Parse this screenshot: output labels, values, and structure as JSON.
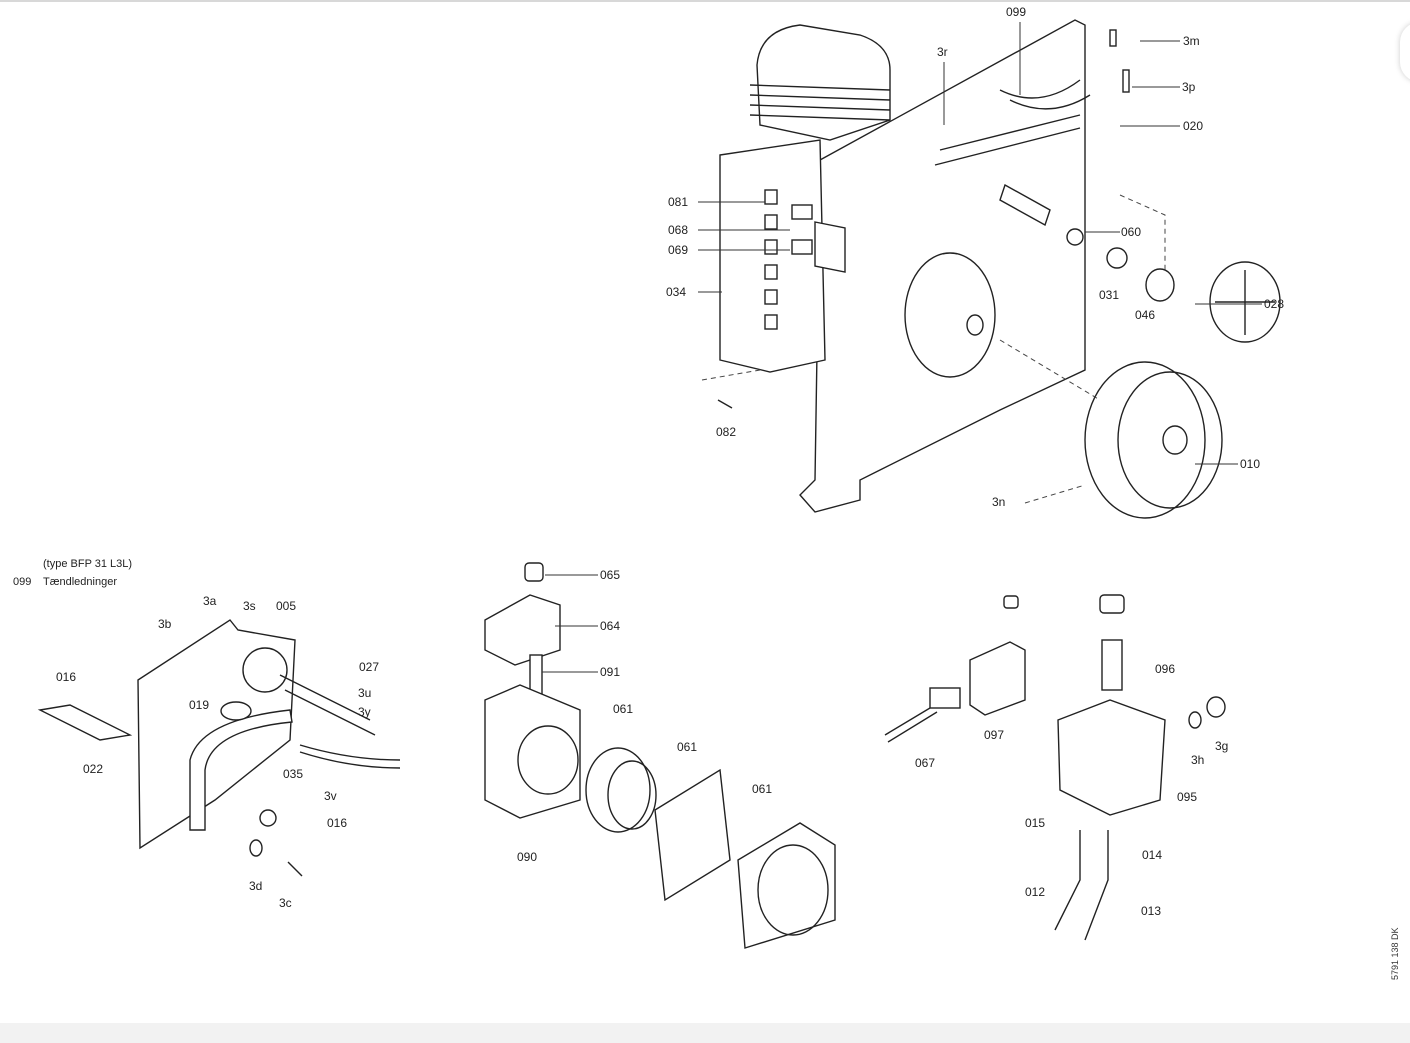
{
  "diagram": {
    "burner_assembly_labels": [
      "099",
      "3r",
      "3m",
      "3p",
      "020",
      "081",
      "068",
      "069",
      "034",
      "060",
      "031",
      "046",
      "028",
      "082",
      "010",
      "3n"
    ],
    "ignition_caption": {
      "type_note": "(type BFP 31 L3L)",
      "part_number": "099",
      "part_name": "Tændledninger"
    },
    "ignition_labels": [
      "3a",
      "3s",
      "005",
      "3b",
      "027",
      "016",
      "3u",
      "019",
      "3y",
      "022",
      "035",
      "3v",
      "016",
      "3d",
      "3c"
    ],
    "pump_labels": [
      "065",
      "064",
      "091",
      "061",
      "061",
      "061",
      "090"
    ],
    "valve_labels": [
      "096",
      "097",
      "067",
      "3h",
      "3g",
      "095",
      "015",
      "014",
      "012",
      "013"
    ],
    "drawing_code": "5791 138 DK"
  }
}
